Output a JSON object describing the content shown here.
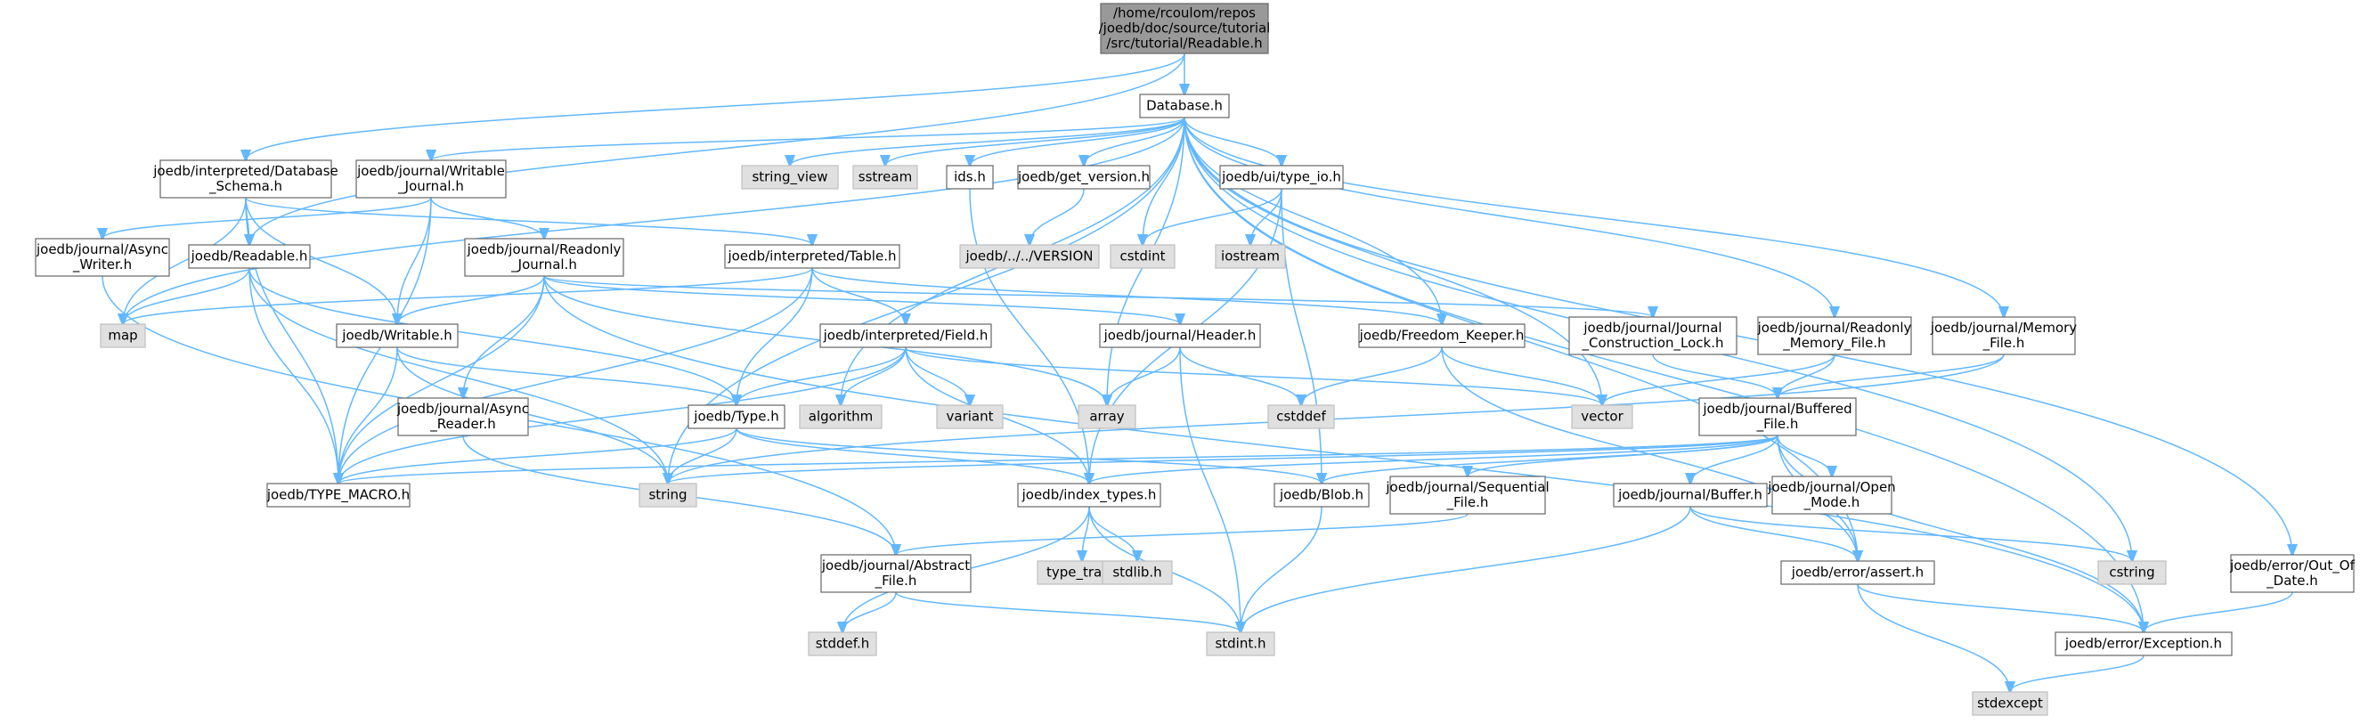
{
  "colors": {
    "edge": "#63b8ff",
    "border": "#666666",
    "node_fill": "#ffffff",
    "system_fill": "#e0e0e0",
    "root_fill": "#999999"
  },
  "nodes": {
    "readable_root": {
      "kind": "root",
      "lines": [
        "/home/rcoulom/repos",
        "/joedb/doc/source/tutorial",
        "/src/tutorial/Readable.h"
      ]
    },
    "database_h": {
      "kind": "normal",
      "lines": [
        "Database.h"
      ]
    },
    "interpreted_database_schema": {
      "kind": "normal",
      "lines": [
        "joedb/interpreted/Database",
        "_Schema.h"
      ]
    },
    "journal_writable_journal": {
      "kind": "normal",
      "lines": [
        "joedb/journal/Writable",
        "_Journal.h"
      ]
    },
    "string_view": {
      "kind": "system",
      "lines": [
        "string_view"
      ]
    },
    "sstream": {
      "kind": "system",
      "lines": [
        "sstream"
      ]
    },
    "ids_h": {
      "kind": "normal",
      "lines": [
        "ids.h"
      ]
    },
    "get_version": {
      "kind": "normal",
      "lines": [
        "joedb/get_version.h"
      ]
    },
    "type_io": {
      "kind": "normal",
      "lines": [
        "joedb/ui/type_io.h"
      ]
    },
    "journal_async_writer": {
      "kind": "normal",
      "lines": [
        "joedb/journal/Async",
        "_Writer.h"
      ]
    },
    "readable_h": {
      "kind": "normal",
      "lines": [
        "joedb/Readable.h"
      ]
    },
    "readonly_journal": {
      "kind": "normal",
      "lines": [
        "joedb/journal/Readonly",
        "_Journal.h"
      ]
    },
    "interpreted_table": {
      "kind": "normal",
      "lines": [
        "joedb/interpreted/Table.h"
      ]
    },
    "version_file": {
      "kind": "system",
      "lines": [
        "joedb/../../VERSION"
      ]
    },
    "cstdint": {
      "kind": "system",
      "lines": [
        "cstdint"
      ]
    },
    "iostream": {
      "kind": "system",
      "lines": [
        "iostream"
      ]
    },
    "map": {
      "kind": "system",
      "lines": [
        "map"
      ]
    },
    "writable_h": {
      "kind": "normal",
      "lines": [
        "joedb/Writable.h"
      ]
    },
    "interpreted_field": {
      "kind": "normal",
      "lines": [
        "joedb/interpreted/Field.h"
      ]
    },
    "journal_header": {
      "kind": "normal",
      "lines": [
        "joedb/journal/Header.h"
      ]
    },
    "freedom_keeper": {
      "kind": "normal",
      "lines": [
        "joedb/Freedom_Keeper.h"
      ]
    },
    "journal_construction_lock": {
      "kind": "normal",
      "lines": [
        "joedb/journal/Journal",
        "_Construction_Lock.h"
      ]
    },
    "readonly_memory_file": {
      "kind": "normal",
      "lines": [
        "joedb/journal/Readonly",
        "_Memory_File.h"
      ]
    },
    "memory_file": {
      "kind": "normal",
      "lines": [
        "joedb/journal/Memory",
        "_File.h"
      ]
    },
    "journal_async_reader": {
      "kind": "normal",
      "lines": [
        "joedb/journal/Async",
        "_Reader.h"
      ]
    },
    "type_h": {
      "kind": "normal",
      "lines": [
        "joedb/Type.h"
      ]
    },
    "algorithm": {
      "kind": "system",
      "lines": [
        "algorithm"
      ]
    },
    "variant": {
      "kind": "system",
      "lines": [
        "variant"
      ]
    },
    "array": {
      "kind": "system",
      "lines": [
        "array"
      ]
    },
    "cstddef": {
      "kind": "system",
      "lines": [
        "cstddef"
      ]
    },
    "vector": {
      "kind": "system",
      "lines": [
        "vector"
      ]
    },
    "buffered_file": {
      "kind": "normal",
      "lines": [
        "joedb/journal/Buffered",
        "_File.h"
      ]
    },
    "type_macro": {
      "kind": "normal",
      "lines": [
        "joedb/TYPE_MACRO.h"
      ]
    },
    "string": {
      "kind": "system",
      "lines": [
        "string"
      ]
    },
    "index_types": {
      "kind": "normal",
      "lines": [
        "joedb/index_types.h"
      ]
    },
    "blob_h": {
      "kind": "normal",
      "lines": [
        "joedb/Blob.h"
      ]
    },
    "sequential_file": {
      "kind": "normal",
      "lines": [
        "joedb/journal/Sequential",
        "_File.h"
      ]
    },
    "journal_buffer": {
      "kind": "normal",
      "lines": [
        "joedb/journal/Buffer.h"
      ]
    },
    "open_mode": {
      "kind": "normal",
      "lines": [
        "joedb/journal/Open",
        "_Mode.h"
      ]
    },
    "abstract_file": {
      "kind": "normal",
      "lines": [
        "joedb/journal/Abstract",
        "_File.h"
      ]
    },
    "type_traits": {
      "kind": "system",
      "lines": [
        "type_traits"
      ]
    },
    "stdlib_h": {
      "kind": "system",
      "lines": [
        "stdlib.h"
      ]
    },
    "error_assert": {
      "kind": "normal",
      "lines": [
        "joedb/error/assert.h"
      ]
    },
    "cstring": {
      "kind": "system",
      "lines": [
        "cstring"
      ]
    },
    "error_out_of_date": {
      "kind": "normal",
      "lines": [
        "joedb/error/Out_Of",
        "_Date.h"
      ]
    },
    "stddef_h": {
      "kind": "system",
      "lines": [
        "stddef.h"
      ]
    },
    "stdint_h": {
      "kind": "system",
      "lines": [
        "stdint.h"
      ]
    },
    "error_exception": {
      "kind": "normal",
      "lines": [
        "joedb/error/Exception.h"
      ]
    },
    "stdexcept": {
      "kind": "system",
      "lines": [
        "stdexcept"
      ]
    }
  },
  "edges": [
    [
      "readable_root",
      "database_h"
    ],
    [
      "readable_root",
      "interpreted_database_schema"
    ],
    [
      "readable_root",
      "readable_h"
    ],
    [
      "database_h",
      "journal_writable_journal"
    ],
    [
      "database_h",
      "string_view"
    ],
    [
      "database_h",
      "sstream"
    ],
    [
      "database_h",
      "ids_h"
    ],
    [
      "database_h",
      "get_version"
    ],
    [
      "database_h",
      "type_io"
    ],
    [
      "database_h",
      "cstdint"
    ],
    [
      "database_h",
      "string"
    ],
    [
      "database_h",
      "map"
    ],
    [
      "database_h",
      "algorithm"
    ],
    [
      "database_h",
      "array"
    ],
    [
      "database_h",
      "vector"
    ],
    [
      "database_h",
      "freedom_keeper"
    ],
    [
      "database_h",
      "readonly_memory_file"
    ],
    [
      "database_h",
      "memory_file"
    ],
    [
      "database_h",
      "error_assert"
    ],
    [
      "database_h",
      "cstring"
    ],
    [
      "database_h",
      "error_out_of_date"
    ],
    [
      "database_h",
      "error_exception"
    ],
    [
      "interpreted_database_schema",
      "readable_h"
    ],
    [
      "interpreted_database_schema",
      "writable_h"
    ],
    [
      "interpreted_database_schema",
      "interpreted_table"
    ],
    [
      "interpreted_database_schema",
      "map"
    ],
    [
      "interpreted_database_schema",
      "type_macro"
    ],
    [
      "journal_writable_journal",
      "readonly_journal"
    ],
    [
      "journal_writable_journal",
      "journal_async_writer"
    ],
    [
      "journal_writable_journal",
      "writable_h"
    ],
    [
      "journal_writable_journal",
      "type_macro"
    ],
    [
      "ids_h",
      "index_types"
    ],
    [
      "get_version",
      "version_file"
    ],
    [
      "type_io",
      "cstdint"
    ],
    [
      "type_io",
      "iostream"
    ],
    [
      "type_io",
      "index_types"
    ],
    [
      "type_io",
      "blob_h"
    ],
    [
      "journal_async_writer",
      "abstract_file"
    ],
    [
      "readable_h",
      "map"
    ],
    [
      "readable_h",
      "type_h"
    ],
    [
      "readable_h",
      "type_macro"
    ],
    [
      "readable_h",
      "string"
    ],
    [
      "readonly_journal",
      "writable_h"
    ],
    [
      "readonly_journal",
      "journal_async_reader"
    ],
    [
      "readonly_journal",
      "journal_header"
    ],
    [
      "readonly_journal",
      "journal_construction_lock"
    ],
    [
      "readonly_journal",
      "type_macro"
    ],
    [
      "readonly_journal",
      "array"
    ],
    [
      "readonly_journal",
      "error_exception"
    ],
    [
      "interpreted_table",
      "interpreted_field"
    ],
    [
      "interpreted_table",
      "freedom_keeper"
    ],
    [
      "interpreted_table",
      "type_h"
    ],
    [
      "interpreted_table",
      "type_macro"
    ],
    [
      "interpreted_table",
      "map"
    ],
    [
      "writable_h",
      "type_h"
    ],
    [
      "writable_h",
      "type_macro"
    ],
    [
      "writable_h",
      "string"
    ],
    [
      "interpreted_field",
      "type_h"
    ],
    [
      "interpreted_field",
      "algorithm"
    ],
    [
      "interpreted_field",
      "variant"
    ],
    [
      "interpreted_field",
      "vector"
    ],
    [
      "interpreted_field",
      "index_types"
    ],
    [
      "interpreted_field",
      "type_macro"
    ],
    [
      "journal_header",
      "array"
    ],
    [
      "journal_header",
      "cstddef"
    ],
    [
      "journal_header",
      "stdint_h"
    ],
    [
      "freedom_keeper",
      "vector"
    ],
    [
      "freedom_keeper",
      "cstddef"
    ],
    [
      "freedom_keeper",
      "error_assert"
    ],
    [
      "journal_construction_lock",
      "buffered_file"
    ],
    [
      "readonly_memory_file",
      "buffered_file"
    ],
    [
      "readonly_memory_file",
      "vector"
    ],
    [
      "memory_file",
      "buffered_file"
    ],
    [
      "memory_file",
      "string"
    ],
    [
      "journal_async_reader",
      "abstract_file"
    ],
    [
      "type_h",
      "type_macro"
    ],
    [
      "type_h",
      "string"
    ],
    [
      "type_h",
      "index_types"
    ],
    [
      "type_h",
      "blob_h"
    ],
    [
      "buffered_file",
      "sequential_file"
    ],
    [
      "buffered_file",
      "journal_buffer"
    ],
    [
      "buffered_file",
      "open_mode"
    ],
    [
      "buffered_file",
      "error_assert"
    ],
    [
      "buffered_file",
      "error_exception"
    ],
    [
      "buffered_file",
      "index_types"
    ],
    [
      "buffered_file",
      "blob_h"
    ],
    [
      "buffered_file",
      "string"
    ],
    [
      "buffered_file",
      "type_macro"
    ],
    [
      "index_types",
      "stddef_h"
    ],
    [
      "index_types",
      "stdint_h"
    ],
    [
      "index_types",
      "type_traits"
    ],
    [
      "index_types",
      "stdlib_h"
    ],
    [
      "blob_h",
      "stdint_h"
    ],
    [
      "sequential_file",
      "abstract_file"
    ],
    [
      "journal_buffer",
      "stdint_h"
    ],
    [
      "journal_buffer",
      "cstring"
    ],
    [
      "journal_buffer",
      "error_assert"
    ],
    [
      "abstract_file",
      "stddef_h"
    ],
    [
      "abstract_file",
      "stdint_h"
    ],
    [
      "error_assert",
      "error_exception"
    ],
    [
      "error_assert",
      "stdexcept"
    ],
    [
      "error_out_of_date",
      "error_exception"
    ],
    [
      "error_exception",
      "stdexcept"
    ]
  ]
}
